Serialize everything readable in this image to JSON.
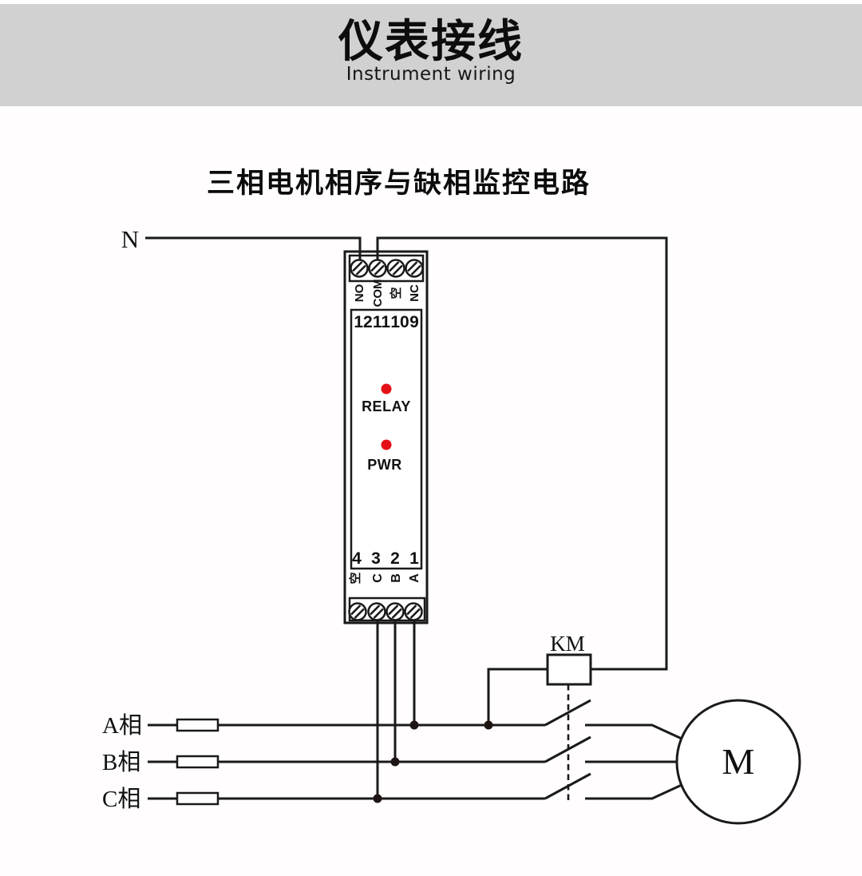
{
  "header": {
    "title_cn": "仪表接线",
    "title_en": "Instrument wiring",
    "band_color": "#d1d1d1"
  },
  "diagram": {
    "title": "三相电机相序与缺相监控电路",
    "neutral_label": "N",
    "phase_labels": [
      "A相",
      "B相",
      "C相"
    ],
    "contactor_label": "KM",
    "motor_label": "M",
    "device": {
      "top_terminal_labels": [
        "NO",
        "COM",
        "空",
        "NC"
      ],
      "top_terminal_numbers": [
        "12",
        "11",
        "10",
        "9"
      ],
      "relay_led_label": "RELAY",
      "power_led_label": "PWR",
      "led_color": "#e41016",
      "bottom_terminal_numbers": [
        "4",
        "3",
        "2",
        "1"
      ],
      "bottom_terminal_labels": [
        "空",
        "C",
        "B",
        "A"
      ]
    }
  }
}
